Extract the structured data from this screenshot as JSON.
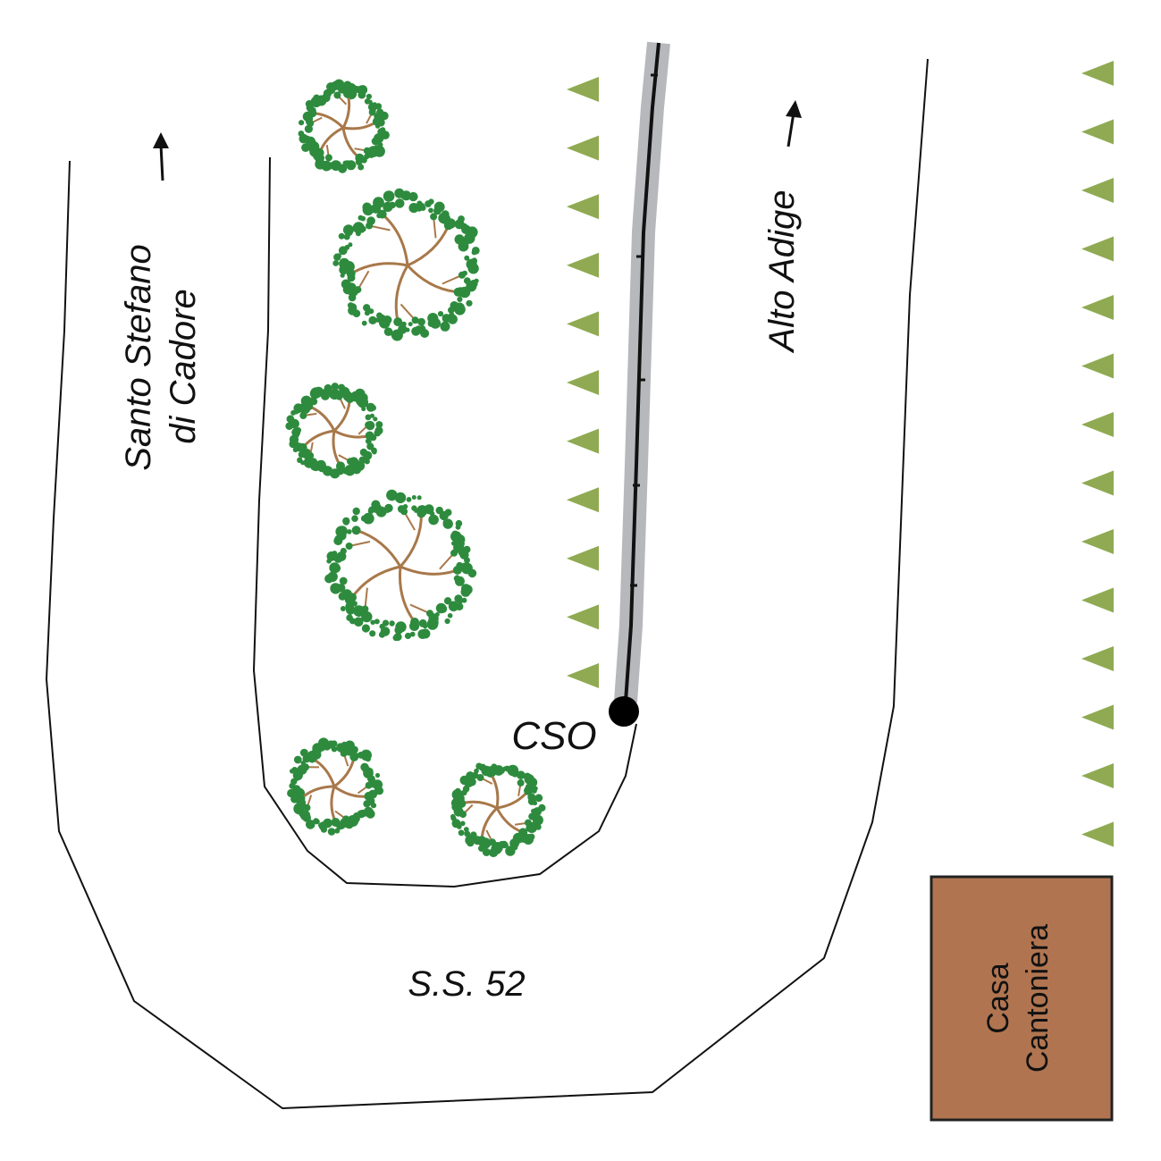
{
  "labels": {
    "left_road_line1": "Santo Stefano",
    "left_road_line2": "di Cadore",
    "right_road": "Alto Adige",
    "station": "CSO",
    "road_number": "S.S. 52",
    "house_line1": "Casa",
    "house_line2": "Cantoniera"
  },
  "icons": {
    "tree": "tree-icon",
    "slope_marker": "slope-triangle-icon",
    "direction": "arrow-up-icon",
    "station_point": "station-dot-icon"
  },
  "colors": {
    "road_line": "#111111",
    "tree_foliage": "#2e8b3e",
    "tree_branches": "#a8784a",
    "slope_marker": "#8faa52",
    "cable_track": "#b6b8bc",
    "house_fill": "#b07550",
    "house_border": "#222222"
  }
}
